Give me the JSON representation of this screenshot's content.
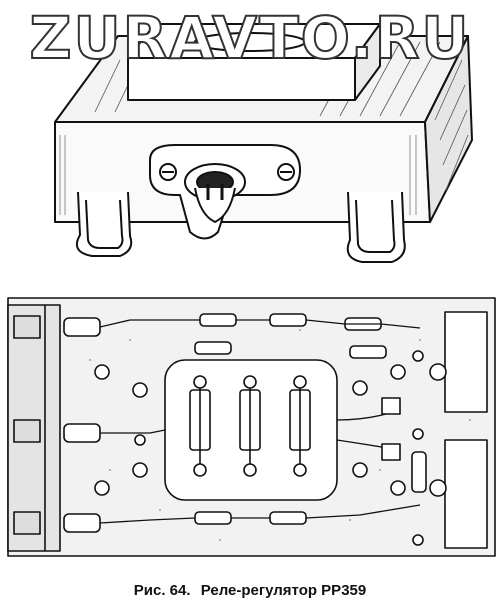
{
  "watermark": "ZURAVTO.RU",
  "caption": {
    "fig": "Рис. 64.",
    "title": "Реле-регулятор РР359"
  }
}
